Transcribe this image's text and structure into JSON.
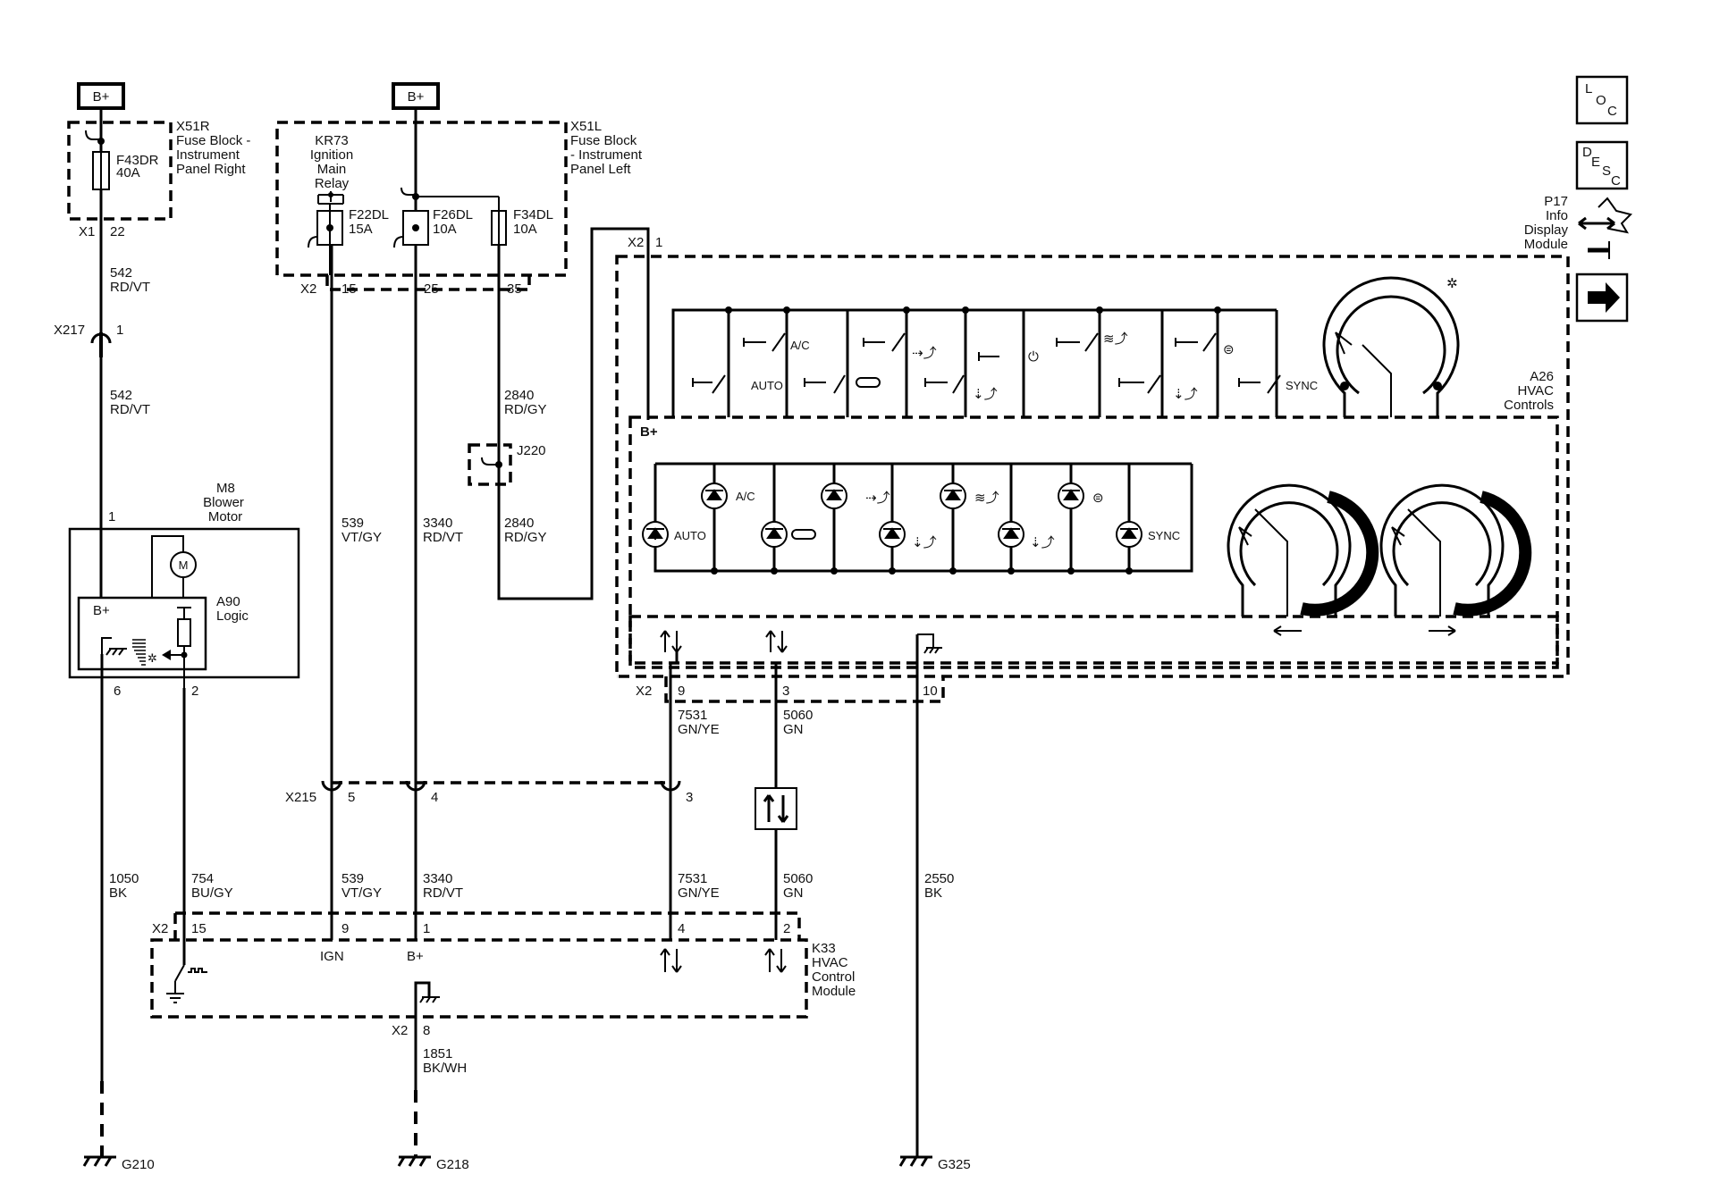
{
  "labels": {
    "bplus1": "B+",
    "bplus2": "B+",
    "bplus_a26": "B+",
    "bplus_a90": "B+",
    "bplus_k33": "B+",
    "x51r_1": "X51R",
    "x51r_2": "Fuse Block -",
    "x51r_3": "Instrument",
    "x51r_4": "Panel Right",
    "f43_1": "F43DR",
    "f43_2": "40A",
    "x1": "X1",
    "p22": "22",
    "w542a_1": "542",
    "w542a_2": "RD/VT",
    "x217": "X217",
    "p1_x217": "1",
    "w542b_1": "542",
    "w542b_2": "RD/VT",
    "m8_1": "M8",
    "m8_2": "Blower",
    "m8_3": "Motor",
    "p1_m8": "1",
    "m_letter": "M",
    "a90_1": "A90",
    "a90_2": "Logic",
    "p6": "6",
    "p2_m8": "2",
    "w1050_1": "1050",
    "w1050_2": "BK",
    "w754_1": "754",
    "w754_2": "BU/GY",
    "kr73_1": "KR73",
    "kr73_2": "Ignition",
    "kr73_3": "Main",
    "kr73_4": "Relay",
    "f22_1": "F22DL",
    "f22_2": "15A",
    "f26_1": "F26DL",
    "f26_2": "10A",
    "f34_1": "F34DL",
    "f34_2": "10A",
    "x51l_1": "X51L",
    "x51l_2": "Fuse Block",
    "x51l_3": "- Instrument",
    "x51l_4": "Panel Left",
    "x2_fb": "X2",
    "p15_fb": "15",
    "p25": "25",
    "p35": "35",
    "w2840a_1": "2840",
    "w2840a_2": "RD/GY",
    "j220": "J220",
    "w2840b_1": "2840",
    "w2840b_2": "RD/GY",
    "w539a_1": "539",
    "w539a_2": "VT/GY",
    "w3340a_1": "3340",
    "w3340a_2": "RD/VT",
    "x2_a26": "X2",
    "p1_a26": "1",
    "p17_1": "P17",
    "p17_2": "Info",
    "p17_3": "Display",
    "p17_4": "Module",
    "a26_1": "A26",
    "a26_2": "HVAC",
    "a26_3": "Controls",
    "sw_ac": "A/C",
    "sw_auto": "AUTO",
    "sw_sync": "SYNC",
    "led_ac": "A/C",
    "led_auto": "AUTO",
    "led_sync": "SYNC",
    "x2_a26b": "X2",
    "p9_a26": "9",
    "p3_a26": "3",
    "p10_a26": "10",
    "w7531a_1": "7531",
    "w7531a_2": "GN/YE",
    "w5060a_1": "5060",
    "w5060a_2": "GN",
    "x215": "X215",
    "p5": "5",
    "p4_x215": "4",
    "p3_x215": "3",
    "w539b_1": "539",
    "w539b_2": "VT/GY",
    "w3340b_1": "3340",
    "w3340b_2": "RD/VT",
    "w7531b_1": "7531",
    "w7531b_2": "GN/YE",
    "w5060b_1": "5060",
    "w5060b_2": "GN",
    "w2550_1": "2550",
    "w2550_2": "BK",
    "x2_k33": "X2",
    "p15_k33": "15",
    "p9_k33": "9",
    "p1_k33": "1",
    "p4_k33": "4",
    "p2_k33": "2",
    "ign": "IGN",
    "k33_1": "K33",
    "k33_2": "HVAC",
    "k33_3": "Control",
    "k33_4": "Module",
    "x2_k33b": "X2",
    "p8": "8",
    "w1851_1": "1851",
    "w1851_2": "BK/WH",
    "g210": "G210",
    "g218": "G218",
    "g325": "G325",
    "loc_l": "L",
    "loc_o": "O",
    "loc_c": "C",
    "desc_d": "D",
    "desc_e": "E",
    "desc_s": "S",
    "desc_c": "C"
  }
}
